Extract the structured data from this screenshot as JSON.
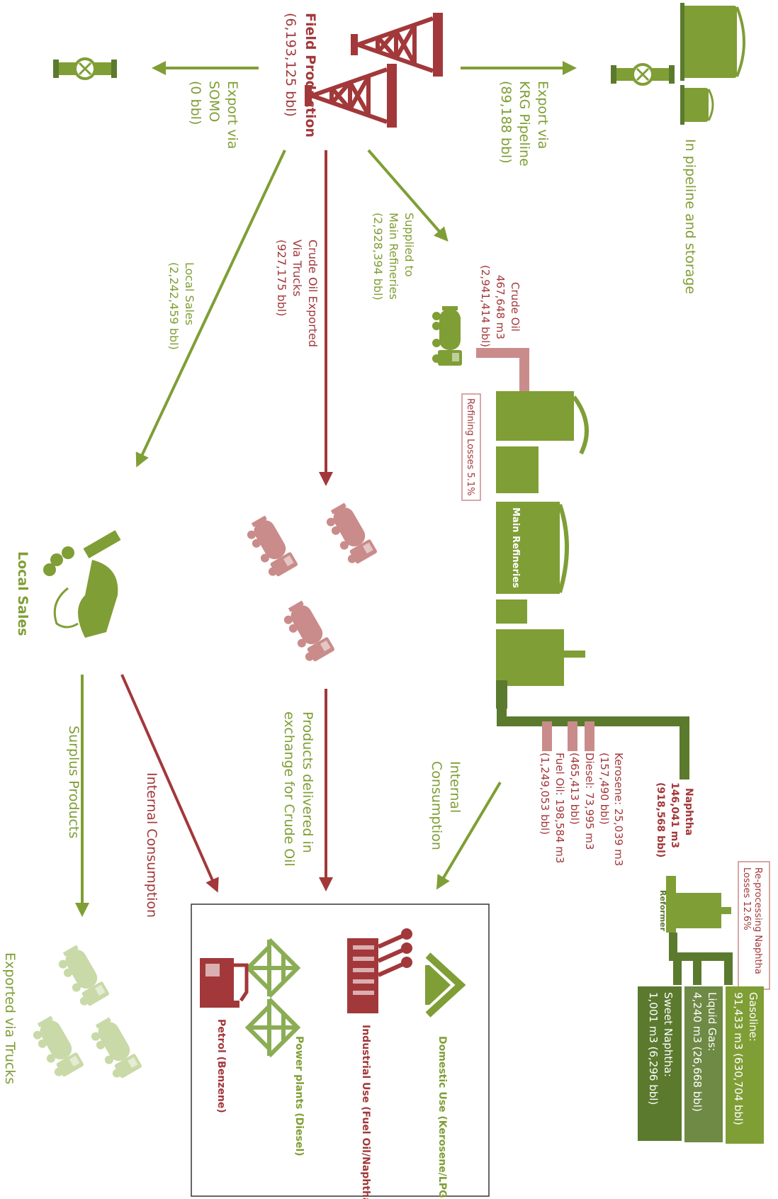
{
  "colors": {
    "green": "#7f9e35",
    "dark_green": "#5b7a2e",
    "olive": "#6e8a45",
    "red": "#a2383a",
    "pink": "#c98c8a",
    "light_green": "#c9d9a7"
  },
  "labels": {
    "field_title": "Field Production",
    "field_value": "(6,193,125 bbl)",
    "somo_1": "Export via",
    "somo_2": "SOMO",
    "somo_3": "(0 bbl)",
    "krg_1": "Export via",
    "krg_2": "KRG Pipeline",
    "krg_3": "(89,188 bbl)",
    "storage": "In pipeline and storage",
    "supplied_1": "Supplied to",
    "supplied_2": "Main Refineries",
    "supplied_3": "(2,928,394 bbl)",
    "crude_exp_1": "Crude Oil Exported",
    "crude_exp_2": "Via Trucks",
    "crude_exp_3": "(927,175 bbl)",
    "local_1": "Local Sales",
    "local_2": "(2,242,459 bbl)",
    "crude_in_1": "Crude Oil",
    "crude_in_2": "467,648 m3",
    "crude_in_3": "(2,941,414 bbl)",
    "refining_losses": "Refining Losses 5.1%",
    "main_refineries": "Main Refineries",
    "naphtha_1": "Naphtha",
    "naphtha_2": "146,041 m3",
    "naphtha_3": "(918,568 bbl)",
    "kero_1": "Kerosene: 25,039 m3",
    "kero_2": "(157,490 bbl)",
    "diesel_1": "Diesel: 73,995 m3",
    "diesel_2": "(465,413 bbl)",
    "fuel_1": "Fuel Oil: 198,584 m3",
    "fuel_2": "(1,249,053 bbl)",
    "reproc_1": "Re-processing Naphtha",
    "reproc_2": "Losses 12.6%",
    "reformer": "Reformer",
    "gasoline_1": "Gasoline:",
    "gasoline_2": "91,433 m3 (630,704 bbl)",
    "lgas_1": "Liquid Gas:",
    "lgas_2": "4,240 m3 (26,668 bbl)",
    "sweet_1": "Sweet Naphtha:",
    "sweet_2": "1,001 m3 (6,296 bbl)",
    "internal_cons_1": "Internal",
    "internal_cons_2": "Consumption",
    "products_1": "Products delivered in",
    "products_2": "exchange for Crude Oil",
    "internal_cons_long": "Internal Consumption",
    "surplus": "Surplus Products",
    "local_sales_title": "Local Sales",
    "exported_trucks": "Exported via Trucks",
    "domestic": "Domestic Use (Kerosene/LPG)",
    "industrial": "Industrial Use (Fuel Oil/Naphtha)",
    "power": "Power plants (Diesel)",
    "petrol": "Petrol (Benzene)"
  }
}
